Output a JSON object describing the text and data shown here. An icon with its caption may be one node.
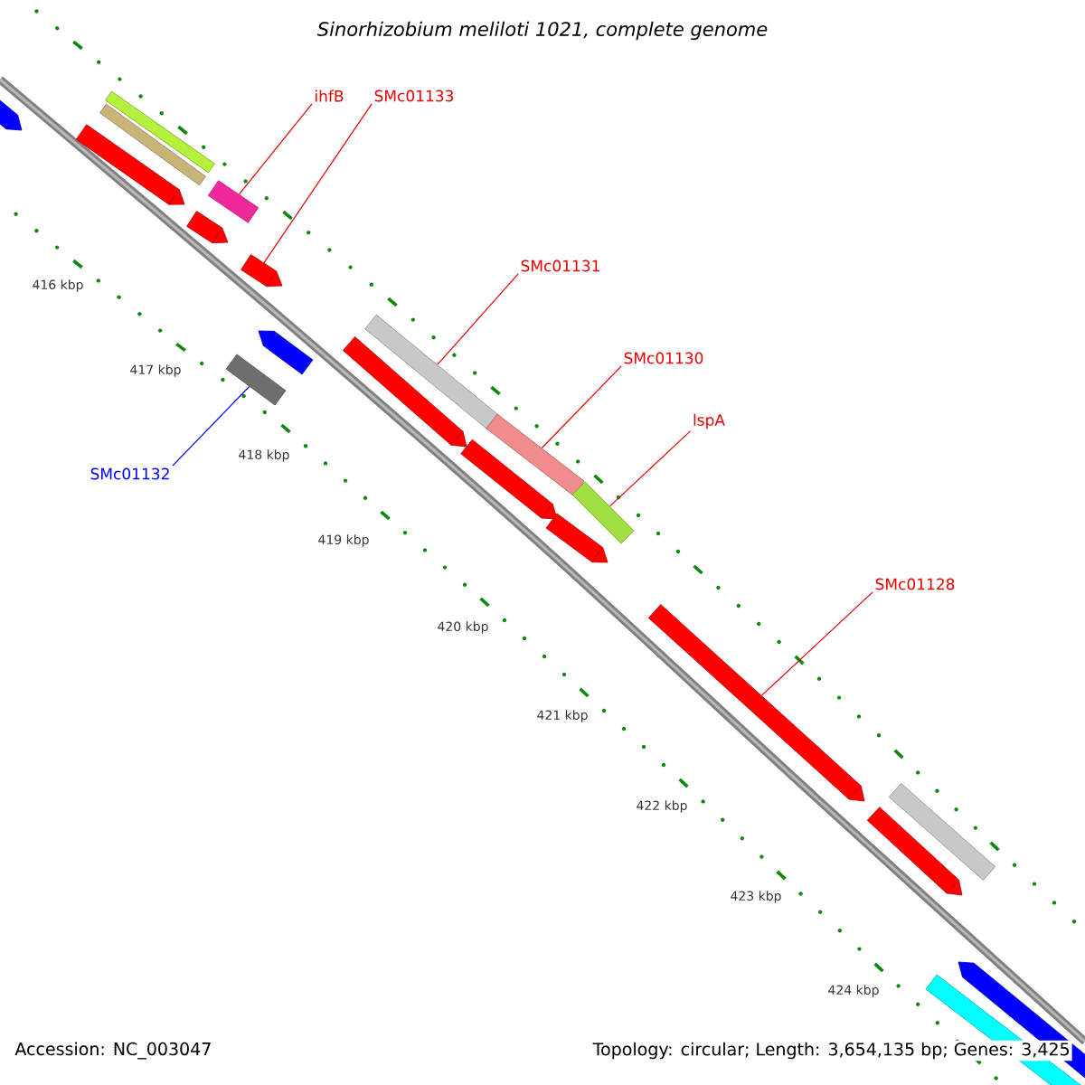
{
  "diagram": {
    "title": "Sinorhizobium meliloti 1021, complete genome",
    "nodes": [
      {
        "text": [
          "ihfB"
        ]
      },
      {
        "text": [
          "SMc01133"
        ]
      },
      {
        "text": [
          "SMc01131"
        ]
      },
      {
        "text": [
          "SMc01130"
        ]
      },
      {
        "text": [
          "lspA"
        ]
      },
      {
        "text": [
          "SMc01132"
        ]
      },
      {
        "text": [
          "SMc01128"
        ]
      },
      {
        "text": [],
        "shape": "bar"
      },
      {
        "text": [],
        "shape": "bar"
      },
      {
        "text": [],
        "shape": "bar"
      },
      {
        "text": [],
        "shape": "bar"
      },
      {
        "text": [],
        "shape": "bar"
      },
      {
        "text": [],
        "shape": "bar"
      },
      {
        "text": [],
        "shape": "bar"
      },
      {
        "text": [],
        "shape": "bar"
      },
      {
        "text": [],
        "shape": "bar"
      },
      {
        "text": [],
        "shape": "bar"
      },
      {
        "text": [],
        "shape": "bar"
      },
      {
        "text": [],
        "shape": "bar"
      },
      {
        "text": [],
        "shape": "bar"
      },
      {
        "text": [],
        "shape": "bar"
      },
      {
        "text": [],
        "shape": "bar"
      },
      {
        "text": [],
        "shape": "bar"
      },
      {
        "text": [],
        "shape": "bar"
      },
      {
        "text": [],
        "shape": "bar"
      },
      {
        "text": [],
        "shape": "bar"
      },
      {
        "text": [],
        "shape": "bar"
      }
    ],
    "edges": [
      {
        "from": 0,
        "to": 12,
        "arrow": "none"
      },
      {
        "from": 1,
        "to": 14,
        "arrow": "none"
      },
      {
        "from": 2,
        "to": 17,
        "arrow": "none"
      },
      {
        "from": 3,
        "to": 19,
        "arrow": "none"
      },
      {
        "from": 4,
        "to": 21,
        "arrow": "none"
      },
      {
        "from": 5,
        "to": 13,
        "arrow": "none",
        "color": "#0000ff"
      },
      {
        "from": 6,
        "to": 22,
        "arrow": "none"
      }
    ],
    "labels": [
      "416 kbp",
      "417 kbp",
      "418 kbp",
      "419 kbp",
      "420 kbp",
      "421 kbp",
      "422 kbp",
      "423 kbp",
      "424 kbp",
      "Accession: NC_003047",
      "Topology: circular; Length: 3,654,135 bp; Genes: 3,425"
    ]
  }
}
